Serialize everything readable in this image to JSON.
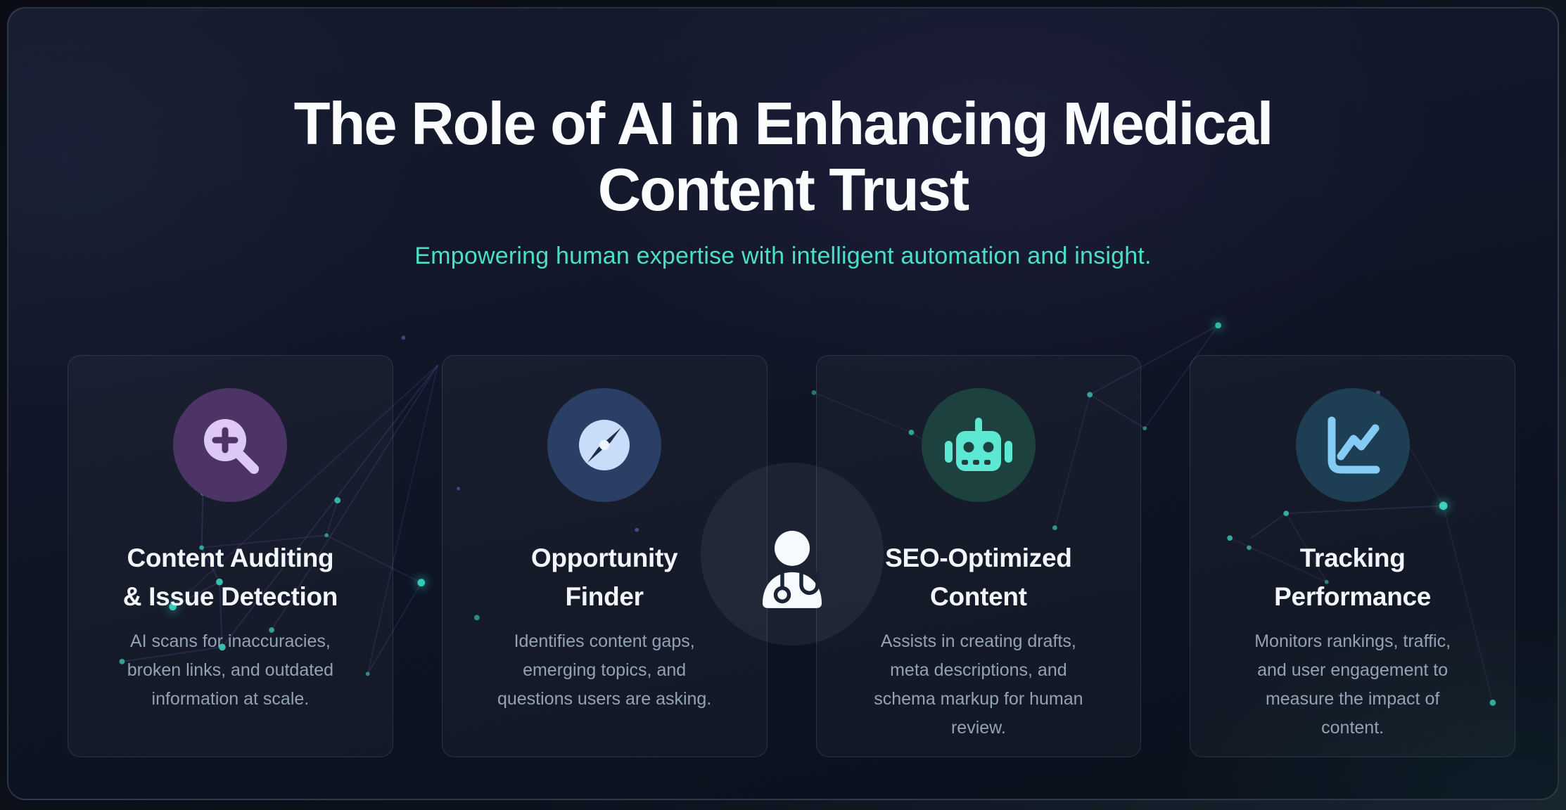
{
  "slide": {
    "title": "The Role of AI in Enhancing Medical\nContent Trust",
    "subtitle": "Empowering human expertise with intelligent automation and insight."
  },
  "cards": [
    {
      "id": "content-auditing",
      "icon": "magnifying-glass-plus-icon",
      "title": "Content Auditing\n& Issue Detection",
      "description": "AI scans for inaccuracies,\nbroken links, and outdated\ninformation at scale.",
      "accent": "#4c3566",
      "glyph_color": "#ddc8f6"
    },
    {
      "id": "opportunity-finder",
      "icon": "compass-icon",
      "title": "Opportunity\nFinder",
      "description": "Identifies content gaps,\nemerging topics, and\nquestions users are asking.",
      "accent": "#2b3e66",
      "glyph_color": "#c9ddfb"
    },
    {
      "id": "seo-optimized-content",
      "icon": "robot-icon",
      "title": "SEO-Optimized\nContent",
      "description": "Assists in creating drafts,\nmeta descriptions, and\nschema markup for human\nreview.",
      "accent": "#1d413e",
      "glyph_color": "#5ce8d2"
    },
    {
      "id": "tracking-performance",
      "icon": "chart-line-icon",
      "title": "Tracking\nPerformance",
      "description": "Monitors rankings, traffic,\nand user engagement to\nmeasure the impact of\ncontent.",
      "accent": "#1e3e53",
      "glyph_color": "#84ccf4"
    }
  ],
  "overlay": {
    "icon": "user-doctor-icon"
  },
  "colors": {
    "background": "#0c111c",
    "panel_top": "#161c2f",
    "panel_bottom": "#0a101b",
    "title_text": "#fafcfe",
    "subtitle_accent": "#4adfc6",
    "card_title_text": "#f2f6fa",
    "card_body_text": "#93a2b5",
    "constellation_dot": "#35d9c2",
    "constellation_line": "#6a5ab8"
  }
}
